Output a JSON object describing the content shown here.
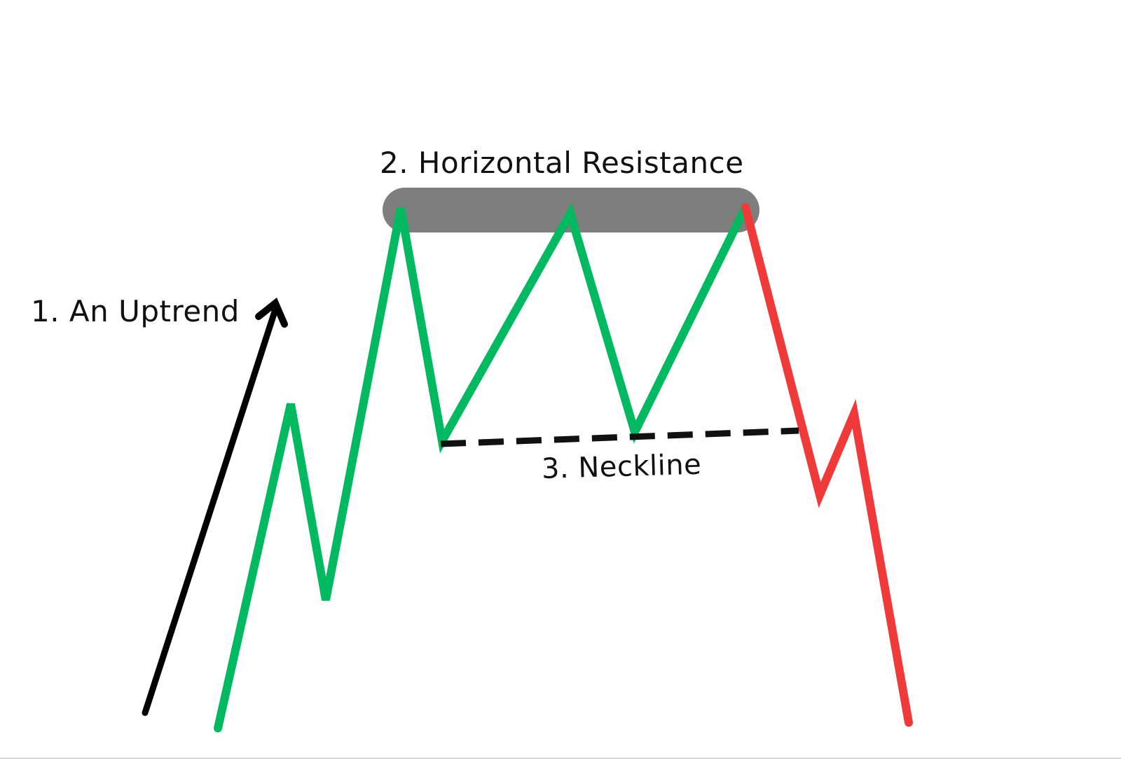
{
  "labels": {
    "uptrend": "1. An Uptrend",
    "resistance": "2. Horizontal Resistance",
    "neckline": "3. Neckline"
  },
  "colors": {
    "background": "#ffffff",
    "bullish_line": "#00b960",
    "bearish_line": "#f03a3a",
    "resistance_zone": "#5a5a5a",
    "arrow": "#000000",
    "neckline": "#111111"
  },
  "icons": {
    "trend_arrow": "arrow-up-right-icon"
  }
}
